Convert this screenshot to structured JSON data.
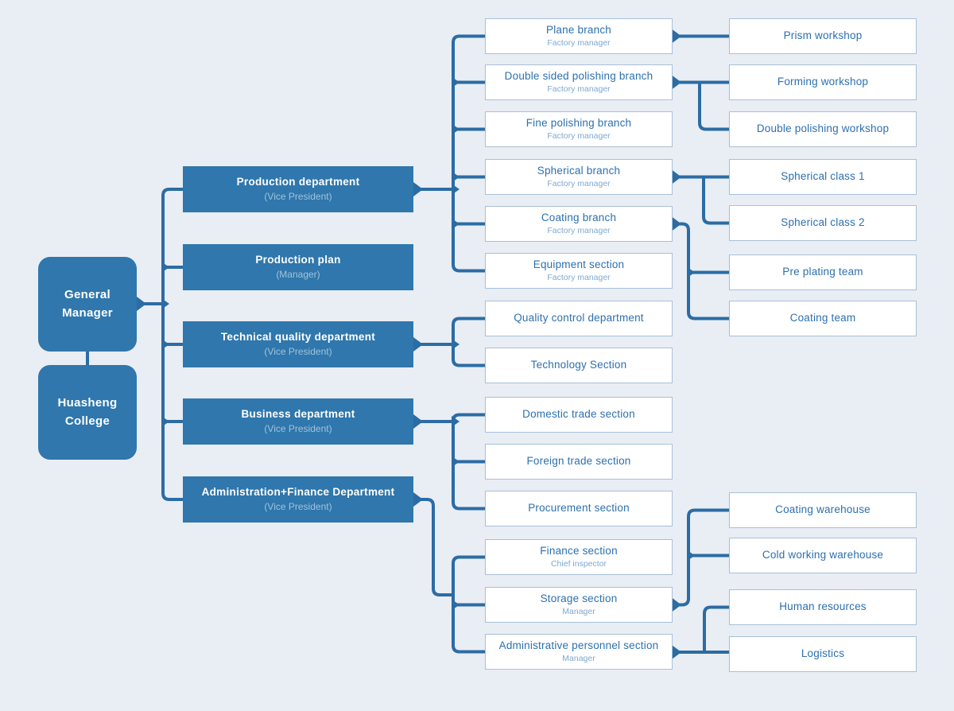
{
  "colors": {
    "background": "#e9edf4",
    "box_blue": "#2f77ac",
    "line": "#2b6ca4",
    "white_box_border": "#a9c0d7",
    "white_box_title": "#2c70ae",
    "white_box_subtitle": "#7fa9d0",
    "dept_subtitle": "#a2c2dd"
  },
  "org": {
    "root": {
      "id": "general-manager",
      "title": "General Manager"
    },
    "affiliate": {
      "id": "huasheng-college",
      "title": "Huasheng College"
    },
    "departments": [
      {
        "id": "production-department",
        "title": "Production department",
        "subtitle": "(Vice President)"
      },
      {
        "id": "production-plan",
        "title": "Production plan",
        "subtitle": "(Manager)"
      },
      {
        "id": "technical-quality-department",
        "title": "Technical quality department",
        "subtitle": "(Vice President)"
      },
      {
        "id": "business-department",
        "title": "Business department",
        "subtitle": "(Vice President)"
      },
      {
        "id": "administration-finance-department",
        "title": "Administration+Finance Department",
        "subtitle": "(Vice President)"
      }
    ],
    "sections": [
      {
        "id": "plane-branch",
        "title": "Plane branch",
        "subtitle": "Factory manager",
        "parent": "production-department"
      },
      {
        "id": "double-sided-polishing-branch",
        "title": "Double sided polishing branch",
        "subtitle": "Factory manager",
        "parent": "production-department"
      },
      {
        "id": "fine-polishing-branch",
        "title": "Fine polishing branch",
        "subtitle": "Factory manager",
        "parent": "production-department"
      },
      {
        "id": "spherical-branch",
        "title": "Spherical branch",
        "subtitle": "Factory manager",
        "parent": "production-department"
      },
      {
        "id": "coating-branch",
        "title": "Coating branch",
        "subtitle": "Factory manager",
        "parent": "production-department"
      },
      {
        "id": "equipment-section",
        "title": "Equipment section",
        "subtitle": "Factory manager",
        "parent": "production-department"
      },
      {
        "id": "quality-control-department",
        "title": "Quality control department",
        "parent": "technical-quality-department"
      },
      {
        "id": "technology-section",
        "title": "Technology Section",
        "parent": "technical-quality-department"
      },
      {
        "id": "domestic-trade-section",
        "title": "Domestic trade section",
        "parent": "business-department"
      },
      {
        "id": "foreign-trade-section",
        "title": "Foreign trade section",
        "parent": "business-department"
      },
      {
        "id": "procurement-section",
        "title": "Procurement section",
        "parent": "business-department"
      },
      {
        "id": "finance-section",
        "title": "Finance section",
        "subtitle": "Chief inspector",
        "parent": "administration-finance-department"
      },
      {
        "id": "storage-section",
        "title": "Storage section",
        "subtitle": "Manager",
        "parent": "administration-finance-department"
      },
      {
        "id": "administrative-personnel-section",
        "title": "Administrative personnel section",
        "subtitle": "Manager",
        "parent": "administration-finance-department"
      }
    ],
    "units": [
      {
        "id": "prism-workshop",
        "title": "Prism workshop",
        "parent": "plane-branch"
      },
      {
        "id": "forming-workshop",
        "title": "Forming workshop",
        "parent": "double-sided-polishing-branch"
      },
      {
        "id": "double-polishing-workshop",
        "title": "Double polishing workshop",
        "parent": "double-sided-polishing-branch"
      },
      {
        "id": "spherical-class-1",
        "title": "Spherical class 1",
        "parent": "spherical-branch"
      },
      {
        "id": "spherical-class-2",
        "title": "Spherical class 2",
        "parent": "spherical-branch"
      },
      {
        "id": "pre-plating-team",
        "title": "Pre plating team",
        "parent": "coating-branch"
      },
      {
        "id": "coating-team",
        "title": "Coating team",
        "parent": "coating-branch"
      },
      {
        "id": "coating-warehouse",
        "title": "Coating warehouse",
        "parent": "storage-section"
      },
      {
        "id": "cold-working-warehouse",
        "title": "Cold working warehouse",
        "parent": "storage-section"
      },
      {
        "id": "human-resources",
        "title": "Human resources",
        "parent": "administrative-personnel-section"
      },
      {
        "id": "logistics",
        "title": "Logistics",
        "parent": "administrative-personnel-section"
      }
    ]
  }
}
